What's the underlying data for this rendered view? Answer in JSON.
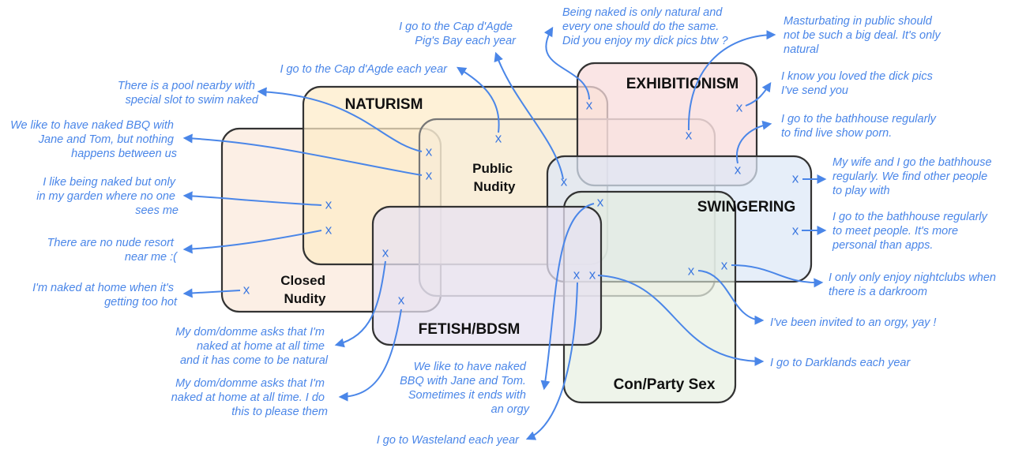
{
  "colors": {
    "annotation": "#4a86e8",
    "closed_nudity": "#fbe9dc",
    "naturism": "#fdecc8",
    "public_nudity": "#f3eadc",
    "fetish_bdsm": "#e7e2f2",
    "exhibitionism": "#f8dcdc",
    "swingering": "#dde8f6",
    "con_party_sex": "#e3eddc"
  },
  "categories": {
    "naturism": "NATURISM",
    "public_nudity": [
      "Public",
      "Nudity"
    ],
    "closed_nudity": [
      "Closed",
      "Nudity"
    ],
    "fetish_bdsm": "FETISH/BDSM",
    "exhibitionism": "EXHIBITIONISM",
    "swingering": "SWINGERING",
    "con_party_sex": "Con/Party Sex"
  },
  "marker": "x",
  "annotations": [
    {
      "lines": [
        "I go to the Cap d'Agde",
        "Pig's Bay each year"
      ]
    },
    {
      "lines": [
        "Being naked is only natural and",
        "every one should do the same.",
        "Did you enjoy my dick pics btw ?"
      ]
    },
    {
      "lines": [
        "Masturbating in public should",
        "not be such a big deal. It's only",
        "natural"
      ]
    },
    {
      "lines": [
        "I go to the Cap d'Agde each year"
      ]
    },
    {
      "lines": [
        "I know you loved the dick pics",
        "I've send you"
      ]
    },
    {
      "lines": [
        "There is a pool nearby with",
        "special slot to swim naked"
      ]
    },
    {
      "lines": [
        "I go to the bathhouse regularly",
        "to find live show porn."
      ]
    },
    {
      "lines": [
        "We like to have naked BBQ with",
        "Jane and Tom, but nothing",
        "happens between us"
      ]
    },
    {
      "lines": [
        "My wife and I go the bathhouse",
        "regularly. We find other people",
        "to play with"
      ]
    },
    {
      "lines": [
        "I like being naked but only",
        "in my garden where no one",
        "sees me"
      ]
    },
    {
      "lines": [
        "I go to the bathhouse regularly",
        "to meet people. It's more",
        "personal than apps."
      ]
    },
    {
      "lines": [
        "There are no nude resort",
        "near me :("
      ]
    },
    {
      "lines": [
        "I only only enjoy nightclubs when",
        "there is a darkroom"
      ]
    },
    {
      "lines": [
        "I'm naked at home when it's",
        "getting too hot"
      ]
    },
    {
      "lines": [
        "I've been invited to an orgy, yay !"
      ]
    },
    {
      "lines": [
        "My dom/domme asks that I'm",
        "naked at home at all time",
        "and it has come to be natural"
      ]
    },
    {
      "lines": [
        "I go to Darklands each year"
      ]
    },
    {
      "lines": [
        "We like to have naked",
        "BBQ with Jane and Tom.",
        "Sometimes it ends with",
        "an orgy"
      ]
    },
    {
      "lines": [
        "My dom/domme asks that I'm",
        "naked at home at all time. I do",
        "this to please them"
      ]
    },
    {
      "lines": [
        "I go to Wasteland each year"
      ]
    }
  ]
}
